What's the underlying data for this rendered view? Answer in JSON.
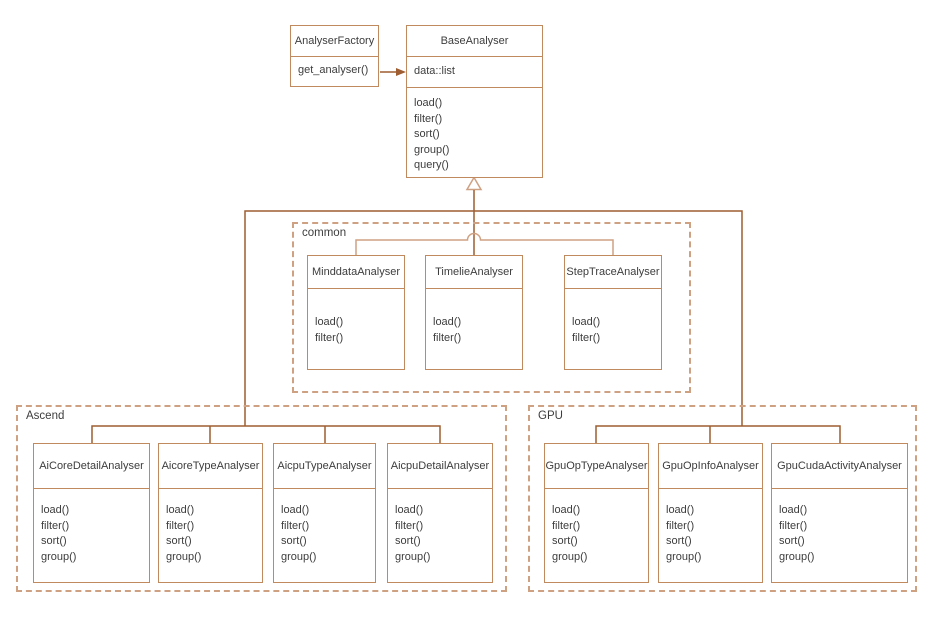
{
  "colors": {
    "box_border": "#c18a5e",
    "group_border": "#cfa183",
    "connector": "#9e5e31",
    "connector_light": "#cfa183",
    "text": "#3d3d3d",
    "bg": "#ffffff"
  },
  "factory": {
    "name": "AnalyserFactory",
    "methods": [
      "get_analyser()"
    ]
  },
  "base": {
    "name": "BaseAnalyser",
    "attributes": [
      "data::list"
    ],
    "methods": [
      "load()",
      "filter()",
      "sort()",
      "group()",
      "query()"
    ]
  },
  "groups": [
    {
      "label": "common",
      "classes": [
        {
          "name": "MinddataAnalyser",
          "methods": [
            "load()",
            "filter()"
          ]
        },
        {
          "name": "TimelieAnalyser",
          "methods": [
            "load()",
            "filter()"
          ]
        },
        {
          "name": "StepTraceAnalyser",
          "methods": [
            "load()",
            "filter()"
          ]
        }
      ]
    },
    {
      "label": "Ascend",
      "classes": [
        {
          "name": "AiCoreDetailAnalyser",
          "methods": [
            "load()",
            "filter()",
            "sort()",
            "group()"
          ]
        },
        {
          "name": "AicoreTypeAnalyser",
          "methods": [
            "load()",
            "filter()",
            "sort()",
            "group()"
          ]
        },
        {
          "name": "AicpuTypeAnalyser",
          "methods": [
            "load()",
            "filter()",
            "sort()",
            "group()"
          ]
        },
        {
          "name": "AicpuDetailAnalyser",
          "methods": [
            "load()",
            "filter()",
            "sort()",
            "group()"
          ]
        }
      ]
    },
    {
      "label": "GPU",
      "classes": [
        {
          "name": "GpuOpTypeAnalyser",
          "methods": [
            "load()",
            "filter()",
            "sort()",
            "group()"
          ]
        },
        {
          "name": "GpuOpInfoAnalyser",
          "methods": [
            "load()",
            "filter()",
            "sort()",
            "group()"
          ]
        },
        {
          "name": "GpuCudaActivityAnalyser",
          "methods": [
            "load()",
            "filter()",
            "sort()",
            "group()"
          ]
        }
      ]
    }
  ]
}
